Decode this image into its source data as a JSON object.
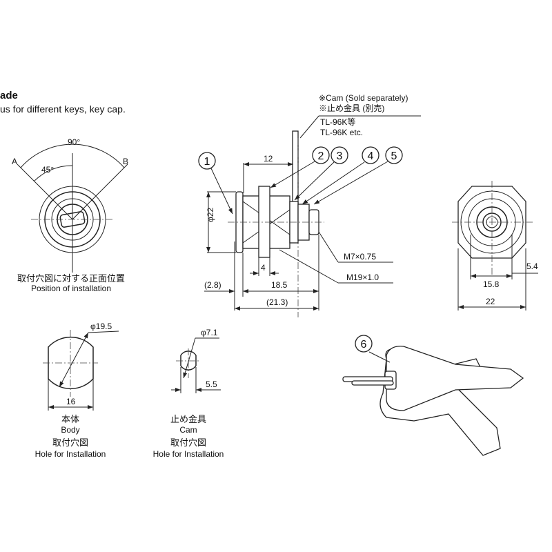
{
  "header": {
    "title_fragment": "ade",
    "subtitle_fragment": "us for different keys, key cap."
  },
  "front_view": {
    "angle_total": "90°",
    "angle_half": "45°",
    "point_a": "A",
    "point_b": "B",
    "caption_jp": "取付穴図に対する正面位置",
    "caption_en": "Position of installation"
  },
  "side_view": {
    "note_cam_en": "※Cam (Sold separately)",
    "note_cam_jp": "※止め金具 (別売)",
    "note_model_jp": "TL-96K等",
    "note_model_en": "TL-96K etc.",
    "part_numbers": [
      "1",
      "2",
      "3",
      "4",
      "5"
    ],
    "dim_12": "12",
    "dim_dia22": "φ22",
    "dim_4": "4",
    "dim_2_8": "(2.8)",
    "dim_18_5": "18.5",
    "dim_21_3": "(21.3)",
    "thread_m7": "M7×0.75",
    "thread_m19": "M19×1.0"
  },
  "rear_view": {
    "dim_5_4": "5.4",
    "dim_15_8": "15.8",
    "dim_22": "22"
  },
  "body_hole": {
    "dim_dia": "φ19.5",
    "dim_width": "16",
    "caption_jp": "本体",
    "caption_en": "Body",
    "sub_jp": "取付穴図",
    "sub_en": "Hole for Installation"
  },
  "cam_hole": {
    "dim_dia": "φ7.1",
    "dim_width": "5.5",
    "caption_jp": "止め金具",
    "caption_en": "Cam",
    "sub_jp": "取付穴図",
    "sub_en": "Hole for Installation"
  },
  "key": {
    "part_number": "6"
  }
}
